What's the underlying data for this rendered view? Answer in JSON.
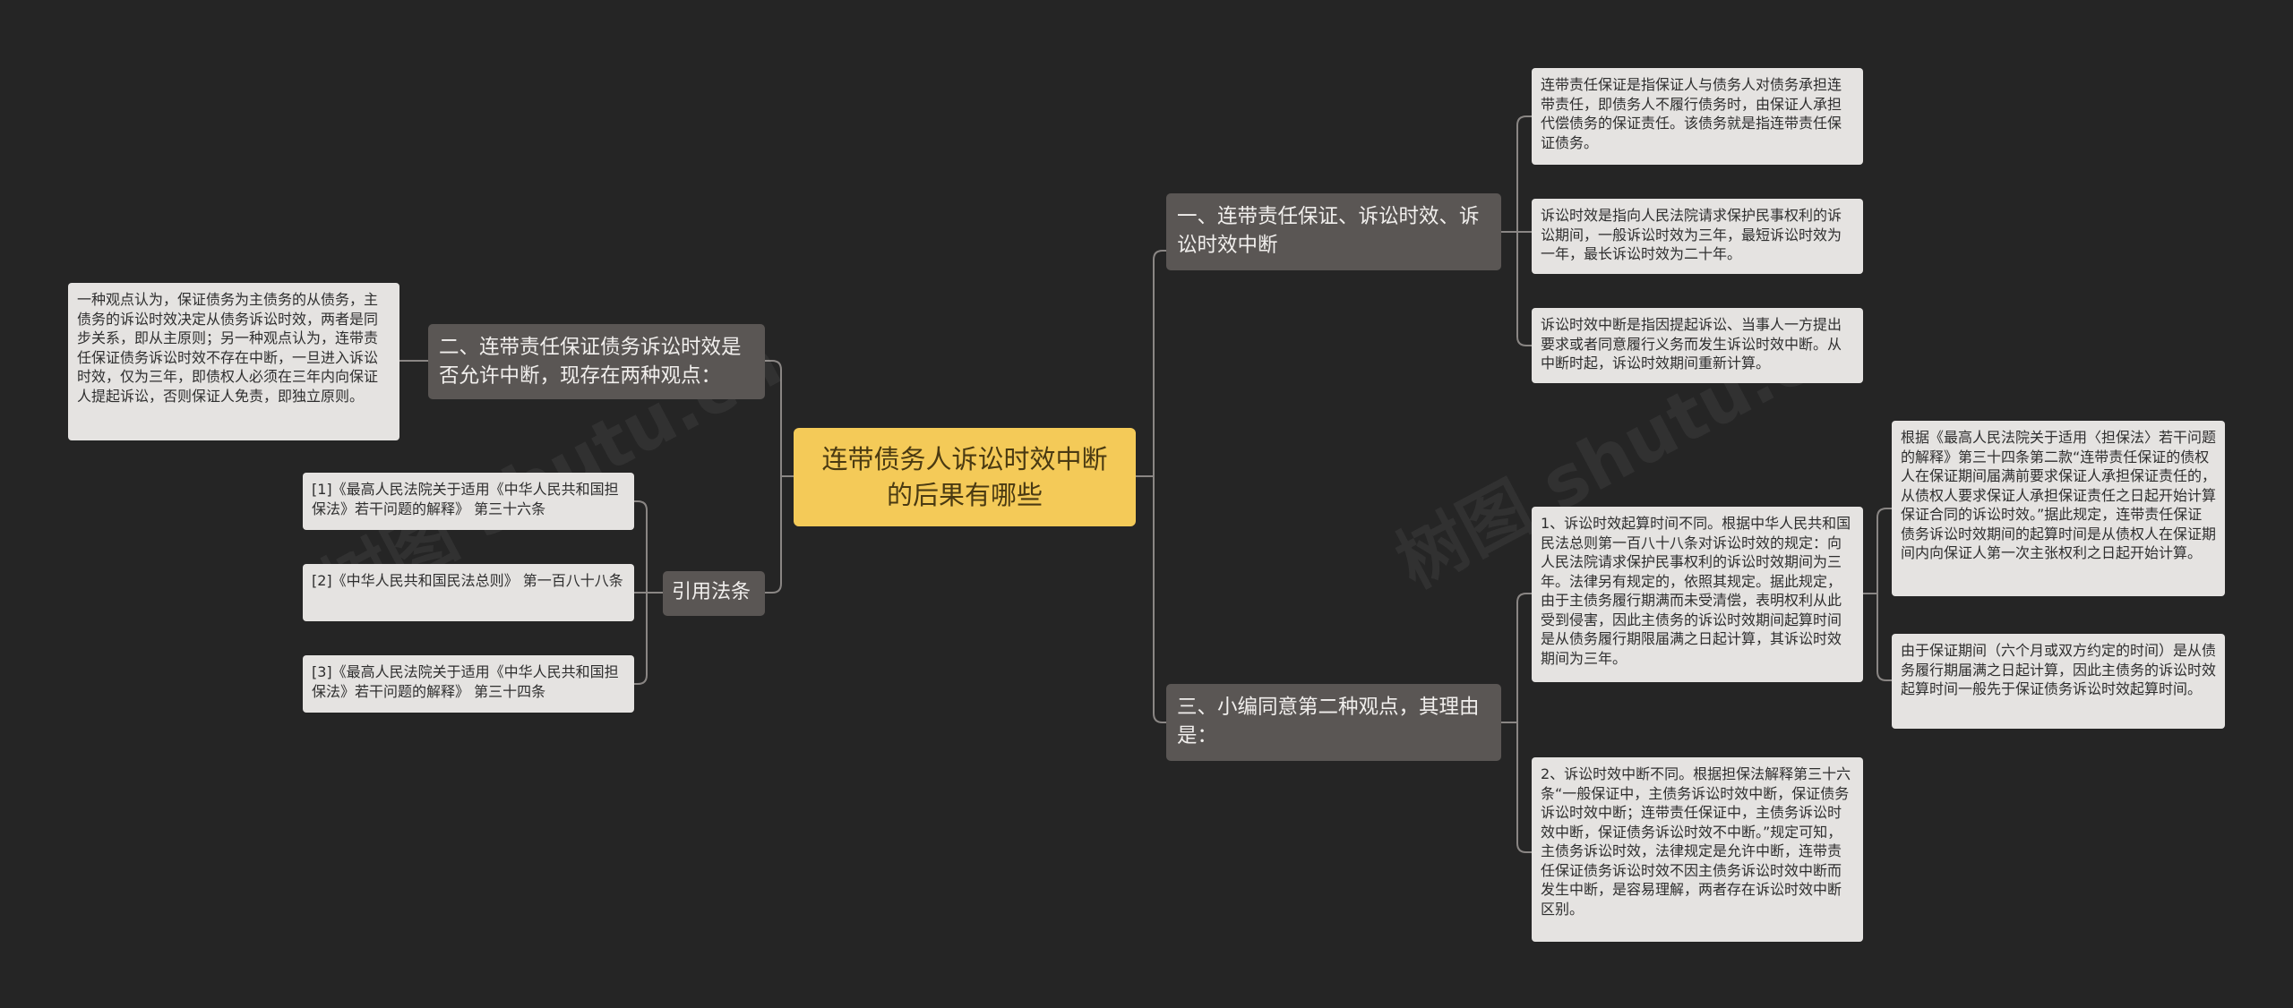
{
  "root": {
    "title": "连带债务人诉讼时效中断的后果有哪些"
  },
  "branches": {
    "b1": {
      "label": "一、连带责任保证、诉讼时效、诉讼时效中断",
      "leaves": [
        "连带责任保证是指保证人与债务人对债务承担连带责任，即债务人不履行债务时，由保证人承担代偿债务的保证责任。该债务就是指连带责任保证债务。",
        "诉讼时效是指向人民法院请求保护民事权利的诉讼期间，一般诉讼时效为三年，最短诉讼时效为一年，最长诉讼时效为二十年。",
        "诉讼时效中断是指因提起诉讼、当事人一方提出要求或者同意履行义务而发生诉讼时效中断。从中断时起，诉讼时效期间重新计算。"
      ]
    },
    "b2": {
      "label": "二、连带责任保证债务诉讼时效是否允许中断，现存在两种观点：",
      "leaves": [
        "一种观点认为，保证债务为主债务的从债务，主债务的诉讼时效决定从债务诉讼时效，两者是同步关系，即从主原则；另一种观点认为，连带责任保证债务诉讼时效不存在中断，一旦进入诉讼时效，仅为三年，即债权人必须在三年内向保证人提起诉讼，否则保证人免责，即独立原则。"
      ]
    },
    "b3": {
      "label": "三、小编同意第二种观点，其理由是：",
      "leaves": [
        "1、诉讼时效起算时间不同。根据中华人民共和国民法总则第一百八十八条对诉讼时效的规定：向人民法院请求保护民事权利的诉讼时效期间为三年。法律另有规定的，依照其规定。据此规定，由于主债务履行期满而未受清偿，表明权利从此受到侵害，因此主债务的诉讼时效期间起算时间是从债务履行期限届满之日起计算，其诉讼时效期间为三年。",
        "2、诉讼时效中断不同。根据担保法解释第三十六条“一般保证中，主债务诉讼时效中断，保证债务诉讼时效中断；连带责任保证中，主债务诉讼时效中断，保证债务诉讼时效不中断。”规定可知，主债务诉讼时效，法律规定是允许中断，连带责任保证债务诉讼时效不因主债务诉讼时效中断而发生中断，是容易理解，两者存在诉讼时效中断区别。"
      ],
      "subleaves": [
        "根据《最高人民法院关于适用〈担保法〉若干问题的解释》第三十四条第二款“连带责任保证的债权人在保证期间届满前要求保证人承担保证责任的，从债权人要求保证人承担保证责任之日起开始计算保证合同的诉讼时效。”据此规定，连带责任保证债务诉讼时效期间的起算时间是从债权人在保证期间内向保证人第一次主张权利之日起开始计算。",
        "由于保证期间（六个月或双方约定的时间）是从债务履行期届满之日起计算，因此主债务的诉讼时效起算时间一般先于保证债务诉讼时效起算时间。"
      ]
    },
    "b4": {
      "label": "引用法条",
      "leaves": [
        "[1]《最高人民法院关于适用《中华人民共和国担保法》若干问题的解释》 第三十六条",
        "[2]《中华人民共和国民法总则》 第一百八十八条",
        "[3]《最高人民法院关于适用《中华人民共和国担保法》若干问题的解释》 第三十四条"
      ]
    }
  },
  "colors": {
    "background": "#252525",
    "root": "#f4ca58",
    "branch": "#5a5654",
    "leaf": "#e5e3e1",
    "connector": "#8a8684"
  }
}
